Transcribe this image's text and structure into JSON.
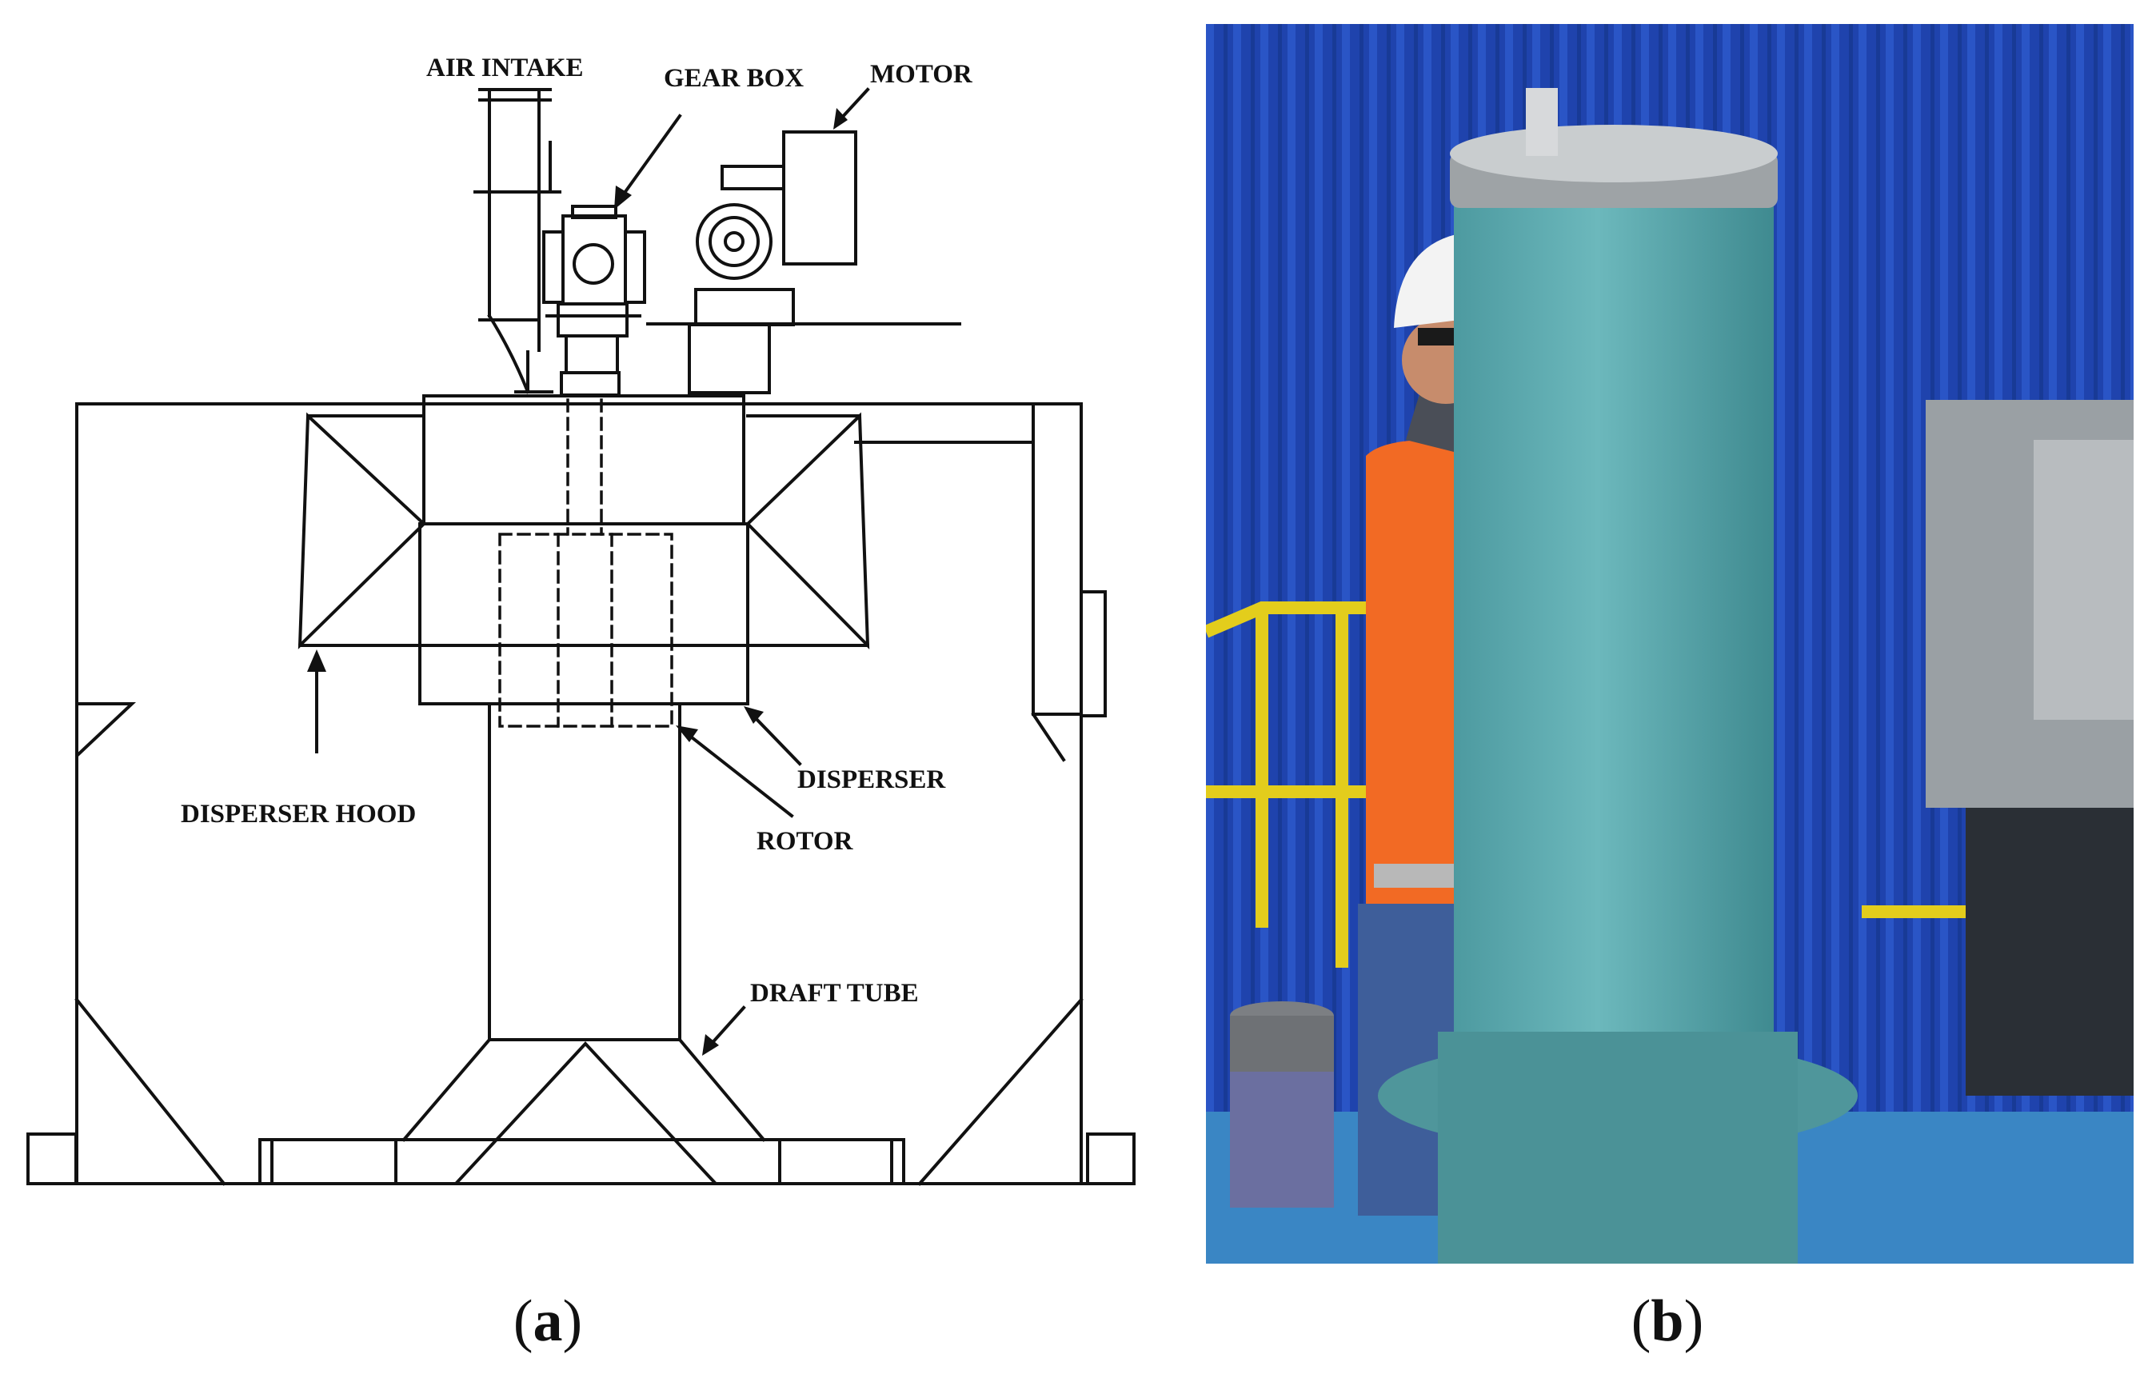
{
  "panel_a": {
    "labels": {
      "air_intake": "AIR INTAKE",
      "gear_box": "GEAR BOX",
      "motor": "MOTOR",
      "disperser": "DISPERSER",
      "disperser_hood": "DISPERSER HOOD",
      "rotor": "ROTOR",
      "draft_tube": "DRAFT TUBE"
    },
    "caption_letter": "a"
  },
  "panel_b": {
    "caption_letter": "b",
    "colors": {
      "wall": "#1d3fa8",
      "column": "#5aa8ac",
      "vest": "#f26a24",
      "railing": "#e8d21f"
    }
  }
}
